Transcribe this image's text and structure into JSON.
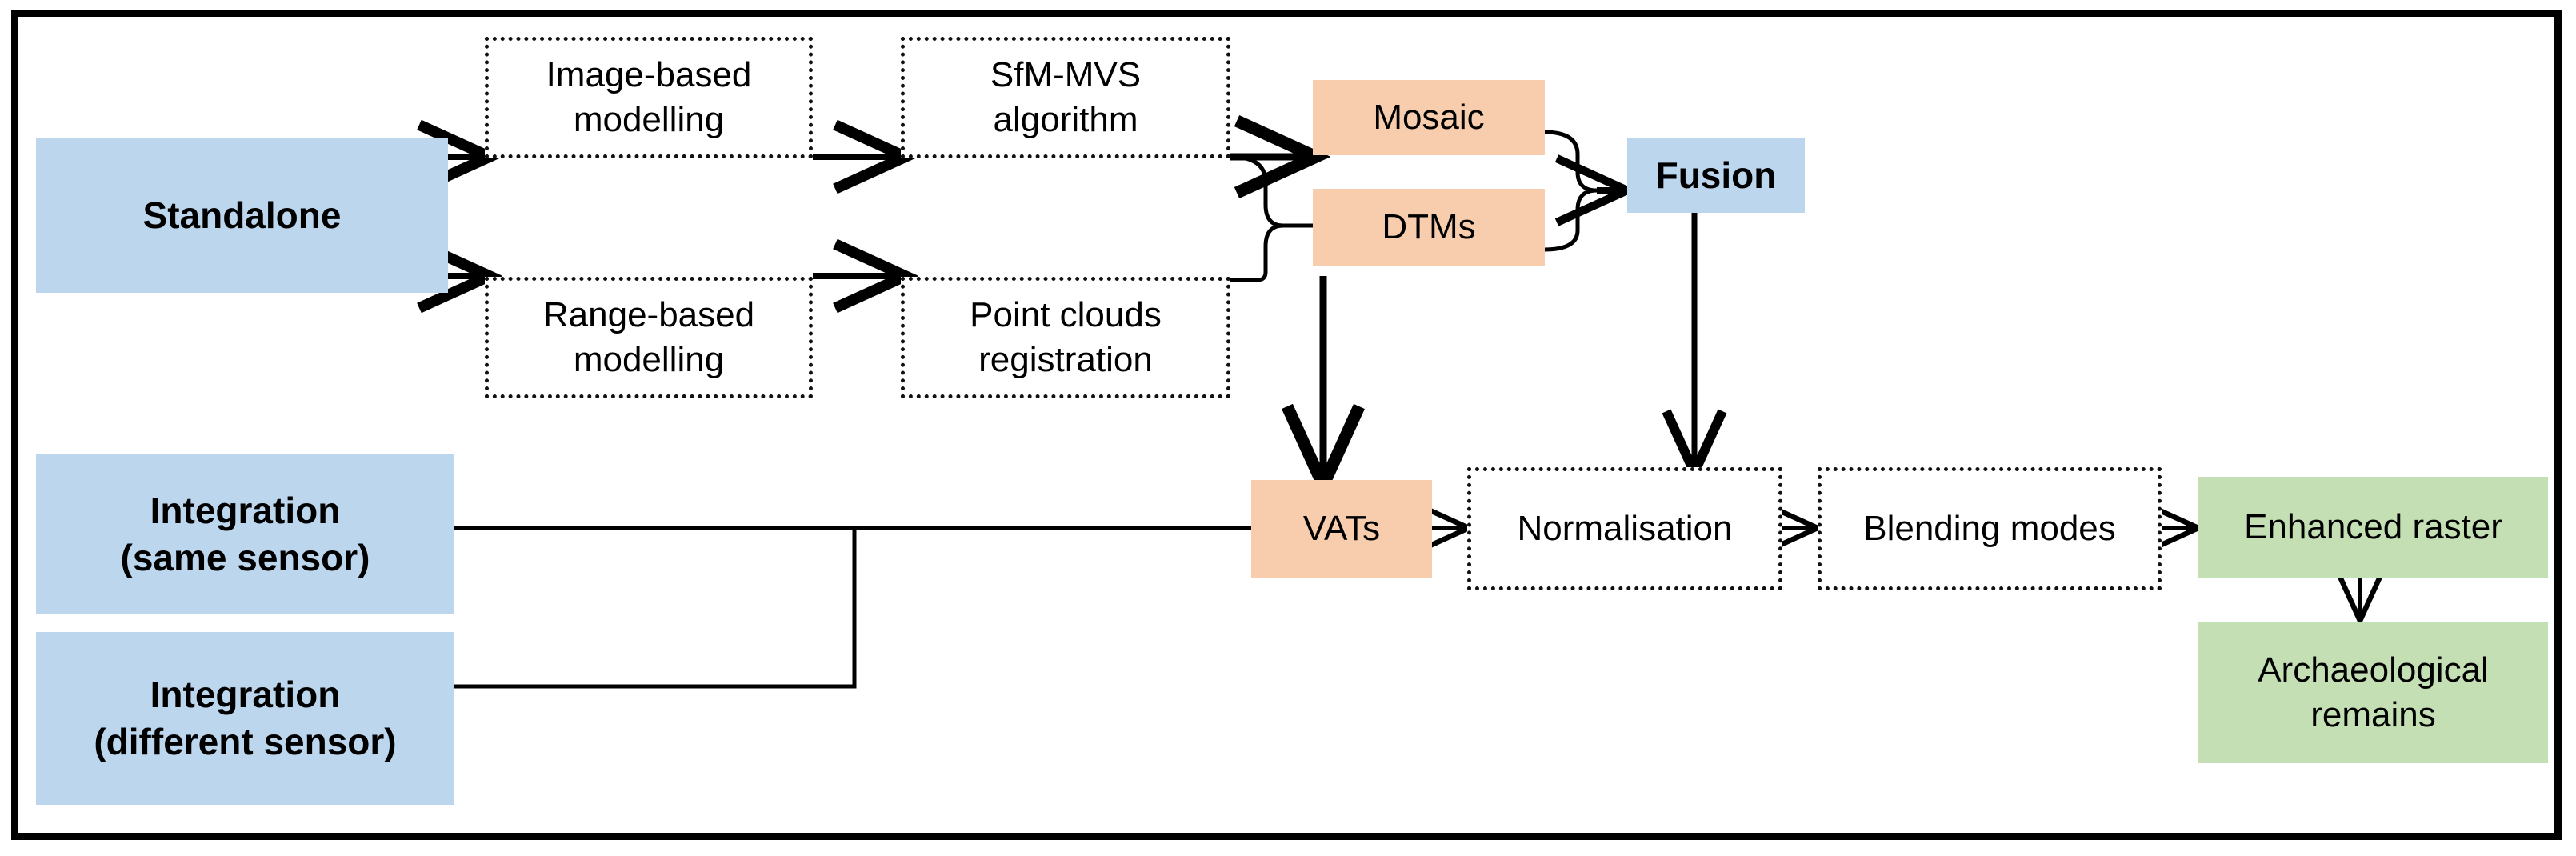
{
  "diagram": {
    "title": "Archaeological remote sensing processing workflow",
    "colors": {
      "blue": "#bcd6ee",
      "orange": "#f7cdae",
      "green": "#c5dfb4",
      "outline": "#111111",
      "frame": "#000000",
      "background": "#ffffff"
    },
    "nodes": {
      "standalone": {
        "label": "Standalone",
        "style": "blue-solid",
        "emphasis": "bold"
      },
      "image_based_modelling": {
        "label": "Image-based\nmodelling",
        "style": "dotted-outline",
        "emphasis": "normal"
      },
      "sfm_mvs_algorithm": {
        "label": "SfM-MVS\nalgorithm",
        "style": "dotted-outline",
        "emphasis": "normal"
      },
      "range_based_modelling": {
        "label": "Range-based\nmodelling",
        "style": "dotted-outline",
        "emphasis": "normal"
      },
      "point_clouds_registration": {
        "label": "Point clouds\nregistration",
        "style": "dotted-outline",
        "emphasis": "normal"
      },
      "mosaic": {
        "label": "Mosaic",
        "style": "orange-solid",
        "emphasis": "normal"
      },
      "dtms": {
        "label": "DTMs",
        "style": "orange-solid",
        "emphasis": "normal"
      },
      "fusion": {
        "label": "Fusion",
        "style": "blue-solid",
        "emphasis": "bold"
      },
      "integration_same_sensor": {
        "label": "Integration\n(same sensor)",
        "style": "blue-solid",
        "emphasis": "bold"
      },
      "integration_different_sensor": {
        "label": "Integration\n(different sensor)",
        "style": "blue-solid",
        "emphasis": "bold"
      },
      "vats": {
        "label": "VATs",
        "style": "orange-solid",
        "emphasis": "normal"
      },
      "normalisation": {
        "label": "Normalisation",
        "style": "dotted-outline",
        "emphasis": "normal"
      },
      "blending_modes": {
        "label": "Blending modes",
        "style": "dotted-outline",
        "emphasis": "normal"
      },
      "enhanced_raster": {
        "label": "Enhanced raster",
        "style": "green-solid",
        "emphasis": "normal"
      },
      "archaeological_remains": {
        "label": "Archaeological\nremains",
        "style": "green-solid",
        "emphasis": "normal"
      }
    },
    "edges": [
      {
        "from": "standalone",
        "to": "image_based_modelling",
        "kind": "arrow"
      },
      {
        "from": "standalone",
        "to": "range_based_modelling",
        "kind": "arrow"
      },
      {
        "from": "image_based_modelling",
        "to": "sfm_mvs_algorithm",
        "kind": "arrow"
      },
      {
        "from": "range_based_modelling",
        "to": "point_clouds_registration",
        "kind": "arrow"
      },
      {
        "from": "sfm_mvs_algorithm",
        "to": "mosaic",
        "kind": "arrow"
      },
      {
        "from": "sfm_mvs_algorithm",
        "to": "dtms",
        "kind": "brace"
      },
      {
        "from": "point_clouds_registration",
        "to": "dtms",
        "kind": "brace"
      },
      {
        "from": "mosaic",
        "to": "fusion",
        "kind": "brace"
      },
      {
        "from": "dtms",
        "to": "fusion",
        "kind": "brace"
      },
      {
        "from": "dtms",
        "to": "vats",
        "kind": "arrow"
      },
      {
        "from": "fusion",
        "to": "normalisation",
        "kind": "arrow"
      },
      {
        "from": "integration_same_sensor",
        "to": "vats",
        "kind": "line"
      },
      {
        "from": "integration_different_sensor",
        "to": "vats",
        "kind": "line"
      },
      {
        "from": "vats",
        "to": "normalisation",
        "kind": "arrow"
      },
      {
        "from": "normalisation",
        "to": "blending_modes",
        "kind": "arrow"
      },
      {
        "from": "blending_modes",
        "to": "enhanced_raster",
        "kind": "arrow"
      },
      {
        "from": "enhanced_raster",
        "to": "archaeological_remains",
        "kind": "arrow"
      }
    ]
  }
}
